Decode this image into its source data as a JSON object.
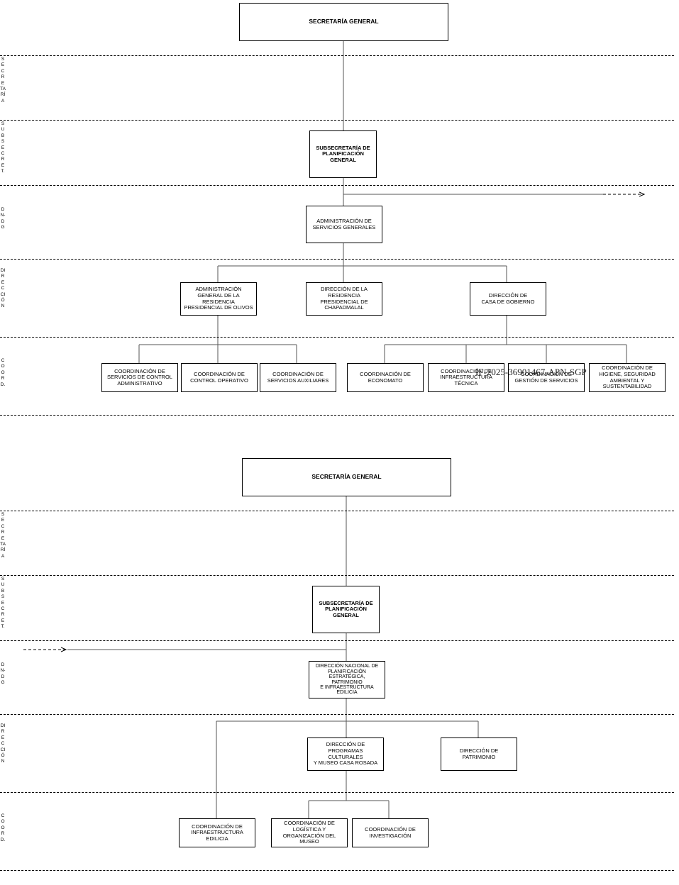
{
  "chart1": {
    "levels": {
      "secretaria": "SECRETARÍA",
      "subsecret": "SUBSECRET.",
      "dndg": "DN-DG",
      "direccion": "DIRECCIÓN",
      "coord": "COORD."
    },
    "boxes": {
      "secretaria_general": "SECRETARÍA GENERAL",
      "subsecretaria": "SUBSECRETARÍA DE\nPLANIFICACIÓN\nGENERAL",
      "admin_servicios": "ADMINISTRACIÓN DE\nSERVICIOS GENERALES",
      "admin_olivos": "ADMINISTRACIÓN\nGENERAL DE LA\nRESIDENCIA\nPRESIDENCIAL DE OLIVOS",
      "dir_chapadmalal": "DIRECCIÓN DE LA\nRESIDENCIA\nPRESIDENCIAL DE\nCHAPADMALAL",
      "dir_casa_gobierno": "DIRECCIÓN DE\nCASA DE GOBIERNO",
      "coord_control_admin": "COORDINACIÓN DE\nSERVICIOS DE CONTROL\nADMINISTRATIVO",
      "coord_control_operativo": "COORDINACIÓN DE\nCONTROL OPERATIVO",
      "coord_servicios_aux": "COORDINACIÓN DE\nSERVICIOS AUXILIARES",
      "coord_economato": "COORDINACIÓN DE\nECONOMATO",
      "coord_infra_tecnica": "COORDINACIÓN DE\nINFRAESTRUCTURA\nTÉCNICA",
      "coord_gestion_servicios": "COORDINACIÓN DE\nGESTIÓN DE SERVICIOS",
      "coord_higiene": "COORDINACIÓN DE\nHIGIENE, SEGURIDAD\nAMBIENTAL Y\nSUSTENTABILIDAD"
    }
  },
  "chart2": {
    "levels": {
      "secretaria": "SECRETARÍA",
      "subsecret": "SUBSECRET.",
      "dndg": "DN-DG",
      "direccion": "DIRECCIÓN",
      "coord": "COORD."
    },
    "boxes": {
      "secretaria_general": "SECRETARÍA GENERAL",
      "subsecretaria": "SUBSECRETARÍA DE\nPLANIFICACIÓN\nGENERAL",
      "dir_nacional": "DIRECCIÓN NACIONAL DE\nPLANIFICACIÓN\nESTRATÉGICA,\nPATRIMONIO\nE INFRAESTRUCTURA\nEDILICIA",
      "dir_programas": "DIRECCIÓN DE\nPROGRAMAS CULTURALES\nY MUSEO CASA ROSADA",
      "dir_patrimonio": "DIRECCIÓN DE\nPATRIMONIO",
      "coord_infra_edilicia": "COORDINACIÓN DE\nINFRAESTRUCTURA\nEDILICIA",
      "coord_logistica": "COORDINACIÓN DE\nLOGÍSTICA Y\nORGANIZACIÓN DEL\nMUSEO",
      "coord_investigacion": "COORDINACIÓN DE\nINVESTIGACIÓN"
    }
  },
  "stamp": "IF-2025-36901467-APN-SGP"
}
